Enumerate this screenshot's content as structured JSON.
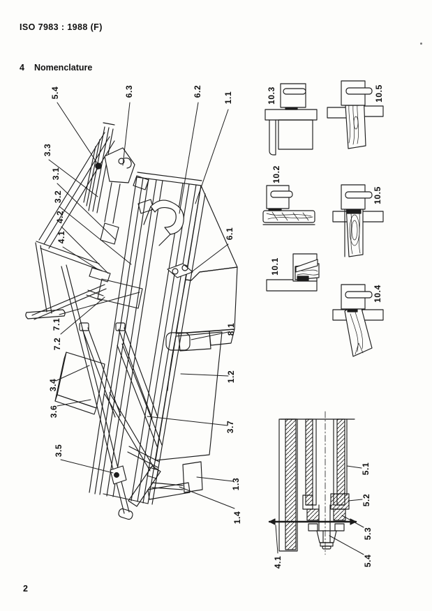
{
  "page": {
    "header": "ISO 7983 : 1988 (F)",
    "section_number": "4",
    "section_title": "Nomenclature",
    "page_number": "2"
  },
  "callouts": {
    "main": {
      "k5_4": "5.4",
      "k6_3": "6.3",
      "k6_2": "6.2",
      "k1_1": "1.1",
      "k3_3": "3.3",
      "k3_1": "3.1",
      "k3_2": "3.2",
      "k4_2": "4.2",
      "k4_1": "4.1",
      "k6_1": "6.1",
      "k7_1": "7.1",
      "k7_2": "7.2",
      "k8_1": "8.1",
      "k1_2": "1.2",
      "k3_4": "3.4",
      "k3_6": "3.6",
      "k3_7": "3.7",
      "k3_5": "3.5",
      "k1_3": "1.3",
      "k1_4": "1.4"
    },
    "details": {
      "k10_3": "10.3",
      "k10_5a": "10.5",
      "k10_2": "10.2",
      "k10_5b": "10.5",
      "k10_1": "10.1",
      "k10_4": "10.4"
    },
    "section_view": {
      "k5_1": "5.1",
      "k5_2": "5.2",
      "k5_3": "5.3",
      "k5_4": "5.4",
      "k4_1": "4.1"
    }
  }
}
